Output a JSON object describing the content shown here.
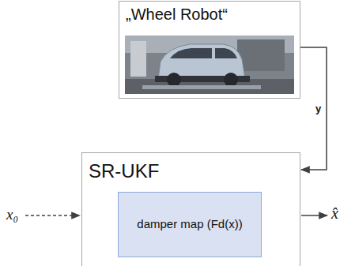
{
  "diagram": {
    "nodes": [
      {
        "text": [
          "„Wheel Robot“"
        ]
      },
      {
        "text": [
          "SR-UKF"
        ]
      },
      {
        "text": [
          "damper map (Fd(x))"
        ],
        "in": 1
      }
    ],
    "edges": [
      {
        "from": 0,
        "to": 1,
        "arrow": "to",
        "label": "y"
      }
    ],
    "labels": [
      "x₀",
      "x̂"
    ]
  }
}
